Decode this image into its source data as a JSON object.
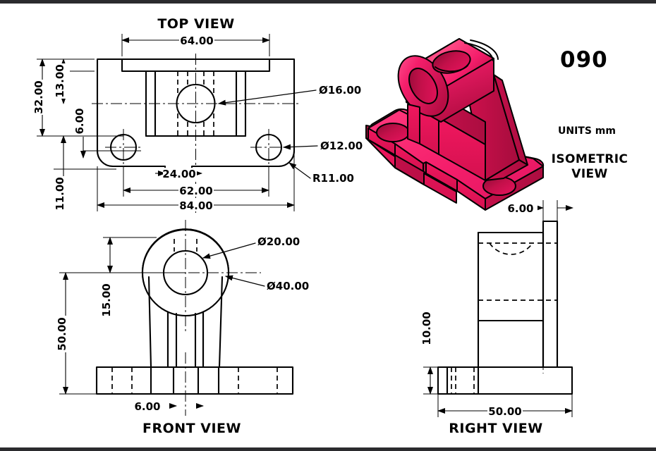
{
  "sheet": {
    "part_number": "090",
    "units_label": "UNITS mm",
    "border_color": "#2b2b2e",
    "background_color": "#ffffff"
  },
  "views": {
    "top": {
      "title": "TOP VIEW"
    },
    "front": {
      "title": "FRONT VIEW"
    },
    "right": {
      "title": "RIGHT VIEW"
    },
    "isometric": {
      "title_line1": "ISOMETRIC",
      "title_line2": "VIEW"
    }
  },
  "isometric_colors": {
    "top_face": "#F41E6B",
    "front_face": "#E8135E",
    "side_face": "#C4104A",
    "dark_face": "#A60C3D",
    "bore_inner": "#B80E45",
    "highlight": "#FF4D87",
    "outline": "#000000"
  },
  "dimensions": {
    "top_view": {
      "width_overall": "84.00",
      "width_holes": "62.00",
      "width_upper": "64.00",
      "notch_width": "24.00",
      "height_overall": "32.00",
      "height_rib": "13.00",
      "height_step": "6.00",
      "height_lower": "11.00",
      "bore_dia": "Ø16.00",
      "hole_dia": "Ø12.00",
      "corner_radius": "R11.00"
    },
    "front_view": {
      "height_overall": "50.00",
      "height_axis": "15.00",
      "web_thickness": "6.00",
      "bore_dia": "Ø20.00",
      "boss_dia": "Ø40.00"
    },
    "right_view": {
      "depth_overall": "50.00",
      "base_height": "10.00",
      "rib_offset": "6.00"
    }
  }
}
